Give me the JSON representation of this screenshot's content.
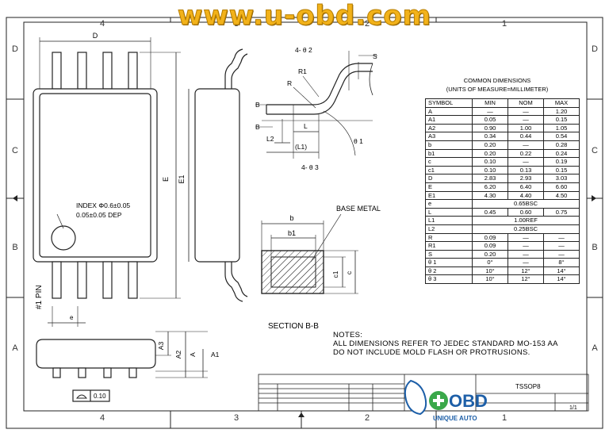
{
  "banner": "www.u-obd.com",
  "frame": {
    "columns_top": [
      "4",
      "3",
      "2",
      "1"
    ],
    "columns_bottom": [
      "4",
      "3",
      "2",
      "1"
    ],
    "rows_left": [
      "D",
      "C",
      "B",
      "A"
    ],
    "rows_right": [
      "D",
      "C",
      "B",
      "A"
    ]
  },
  "top_view": {
    "width_label": "D",
    "length_label": "E",
    "index_line1": "INDEX Φ0.6±0.05",
    "index_line2": "0.05±0.05 DEP",
    "pin1_label": "#1 PIN",
    "pitch_label": "e"
  },
  "side_view": {
    "label": "E1"
  },
  "end_view": {
    "a_label": "A",
    "a2_label": "A2",
    "a3_label": "A3",
    "a1_label": "A1",
    "coplanarity": "0.10"
  },
  "detail": {
    "angle_top": "4- θ 2",
    "s_label": "S",
    "r1_label": "R1",
    "r_label": "R",
    "b_label": "B",
    "l_label": "L",
    "l2_label": "L2",
    "l1_label": "(L1)",
    "theta1": "θ 1",
    "angle_bottom": "4- θ 3"
  },
  "section": {
    "b_label": "b",
    "b1_label": "b1",
    "c1_label": "c1",
    "c_label": "c",
    "base_metal": "BASE METAL",
    "caption": "SECTION B-B"
  },
  "table": {
    "title1": "COMMON DIMENSIONS",
    "title2": "(UNITS OF MEASURE=MILLIMETER)",
    "headers": [
      "SYMBOL",
      "MIN",
      "NOM",
      "MAX"
    ],
    "rows": [
      {
        "sym": "A",
        "min": "—",
        "nom": "—",
        "max": "1.20"
      },
      {
        "sym": "A1",
        "min": "0.05",
        "nom": "—",
        "max": "0.15"
      },
      {
        "sym": "A2",
        "min": "0.90",
        "nom": "1.00",
        "max": "1.05"
      },
      {
        "sym": "A3",
        "min": "0.34",
        "nom": "0.44",
        "max": "0.54"
      },
      {
        "sym": "b",
        "min": "0.20",
        "nom": "—",
        "max": "0.28"
      },
      {
        "sym": "b1",
        "min": "0.20",
        "nom": "0.22",
        "max": "0.24"
      },
      {
        "sym": "c",
        "min": "0.10",
        "nom": "—",
        "max": "0.19"
      },
      {
        "sym": "c1",
        "min": "0.10",
        "nom": "0.13",
        "max": "0.15"
      },
      {
        "sym": "D",
        "min": "2.83",
        "nom": "2.93",
        "max": "3.03"
      },
      {
        "sym": "E",
        "min": "6.20",
        "nom": "6.40",
        "max": "6.60"
      },
      {
        "sym": "E1",
        "min": "4.30",
        "nom": "4.40",
        "max": "4.50"
      },
      {
        "sym": "e",
        "span": "0.65BSC"
      },
      {
        "sym": "L",
        "min": "0.45",
        "nom": "0.60",
        "max": "0.75"
      },
      {
        "sym": "L1",
        "span": "1.00REF"
      },
      {
        "sym": "L2",
        "span": "0.25BSC"
      },
      {
        "sym": "R",
        "min": "0.09",
        "nom": "—",
        "max": "—"
      },
      {
        "sym": "R1",
        "min": "0.09",
        "nom": "—",
        "max": "—"
      },
      {
        "sym": "S",
        "min": "0.20",
        "nom": "—",
        "max": "—"
      },
      {
        "sym": "θ 1",
        "min": "0°",
        "nom": "—",
        "max": "8°"
      },
      {
        "sym": "θ 2",
        "min": "10°",
        "nom": "12°",
        "max": "14°"
      },
      {
        "sym": "θ 3",
        "min": "10°",
        "nom": "12°",
        "max": "14°"
      }
    ]
  },
  "notes": {
    "heading": "NOTES:",
    "line1": "ALL DIMENSIONS REFER TO JEDEC STANDARD MO-153 AA",
    "line2": "DO NOT INCLUDE MOLD FLASH OR PROTRUSIONS."
  },
  "title_block": {
    "part": "TSSOP8",
    "sheet": "1/1",
    "logo_main": "OBD",
    "logo_sub": "UNIQUE AUTO"
  },
  "colors": {
    "banner": "#f2b21a",
    "logo_green": "#3aa84a",
    "logo_blue": "#1d5fa8"
  }
}
